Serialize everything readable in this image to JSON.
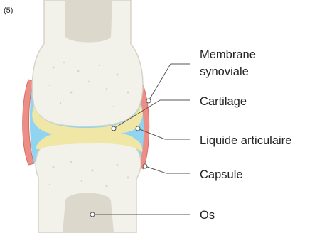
{
  "figure_number": "(5)",
  "labels": {
    "membrane_line1": "Membrane",
    "membrane_line2": "synoviale",
    "cartilage": "Cartilage",
    "liquid": "Liquide articulaire",
    "capsule": "Capsule",
    "bone": "Os"
  },
  "colors": {
    "bone_fill": "#f2f1ea",
    "bone_outline": "#d6d3c8",
    "marrow": "#dcd8cc",
    "cartilage": "#f0e7a6",
    "synovial_fluid": "#8fd4f0",
    "capsule": "#ec8e86",
    "leader_line": "#555555"
  }
}
